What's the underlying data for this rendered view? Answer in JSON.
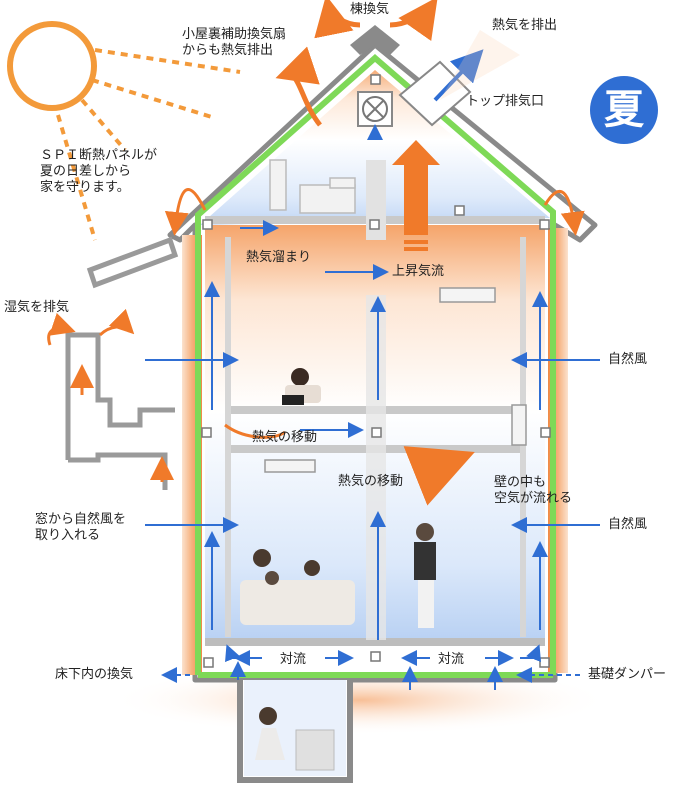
{
  "season_badge": "夏",
  "labels": {
    "ridge_vent": "棟換気",
    "attic_fan": "小屋裏補助換気扇\nからも熱気排出",
    "exhaust_heat": "熱気を排出",
    "top_vent": "トップ排気口",
    "spi_panel": "ＳＰＩ断熱パネルが\n夏の日差しから\n家を守ります。",
    "heat_pool": "熱気溜まり",
    "updraft": "上昇気流",
    "humid_exhaust": "湿気を排気",
    "natural_wind_upper": "自然風",
    "heat_move_upper": "熱気の移動",
    "heat_move_lower": "熱気の移動",
    "wall_air": "壁の中も\n空気が流れる",
    "window_wind": "窓から自然風を\n取り入れる",
    "natural_wind_lower": "自然風",
    "convection_left": "対流",
    "convection_right": "対流",
    "underfloor_vent": "床下内の換気",
    "foundation_damper": "基礎ダンパー"
  },
  "colors": {
    "insulation_green": "#7ed957",
    "heat_orange": "#f07a2a",
    "air_blue": "#2f6ed3",
    "wall_gray": "#9a9a9a"
  }
}
